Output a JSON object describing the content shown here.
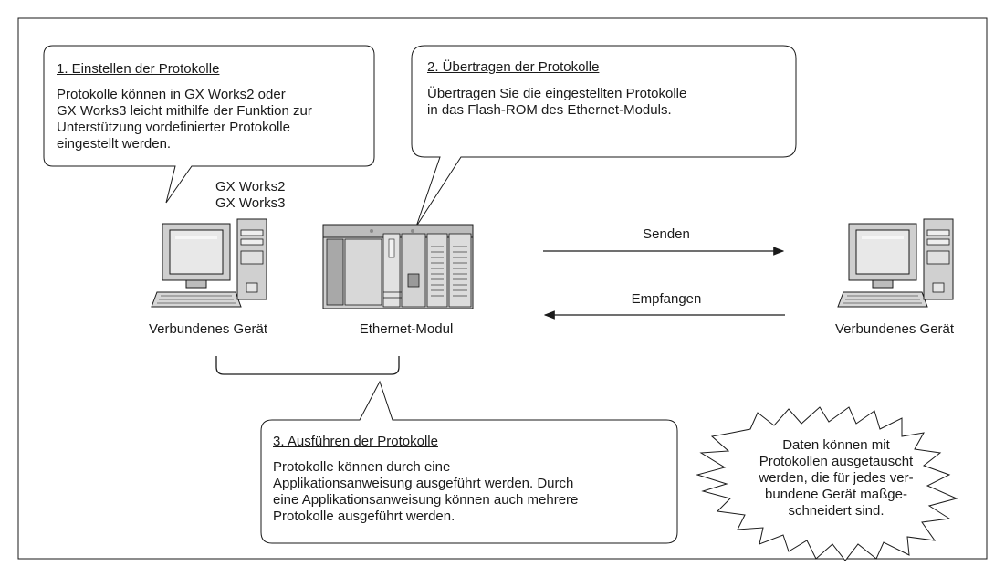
{
  "callouts": {
    "step1": {
      "title": "1. Einstellen der Protokolle",
      "lines": [
        "Protokolle können in GX Works2 oder",
        "GX Works3 leicht mithilfe der Funktion zur",
        "Unterstützung vordefinierter Protokolle",
        "eingestellt werden."
      ]
    },
    "step2": {
      "title": "2. Übertragen der Protokolle",
      "lines": [
        "Übertragen Sie die eingestellten Protokolle",
        "in das Flash-ROM des Ethernet-Moduls."
      ]
    },
    "step3": {
      "title": "3. Ausführen der Protokolle",
      "lines": [
        "Protokolle können durch eine",
        "Applikationsanweisung ausgeführt werden. Durch",
        "eine Applikationsanweisung können auch mehrere",
        "Protokolle ausgeführt werden."
      ]
    }
  },
  "software": [
    "GX Works2",
    "GX Works3"
  ],
  "devices": {
    "left_pc": "Verbundenes Gerät",
    "plc": "Ethernet-Modul",
    "right_pc": "Verbundenes Gerät"
  },
  "arrows": {
    "send": "Senden",
    "receive": "Empfangen"
  },
  "note": {
    "lines": [
      "Daten können mit",
      "Protokollen ausgetauscht",
      "werden, die für jedes ver-",
      "bundene Gerät maßge-",
      "schneidert sind."
    ]
  },
  "colors": {
    "stroke": "#1a1a1a",
    "device_fill": "#d4d4d4",
    "screen_fill": "#e8e8e8",
    "background": "#ffffff"
  }
}
